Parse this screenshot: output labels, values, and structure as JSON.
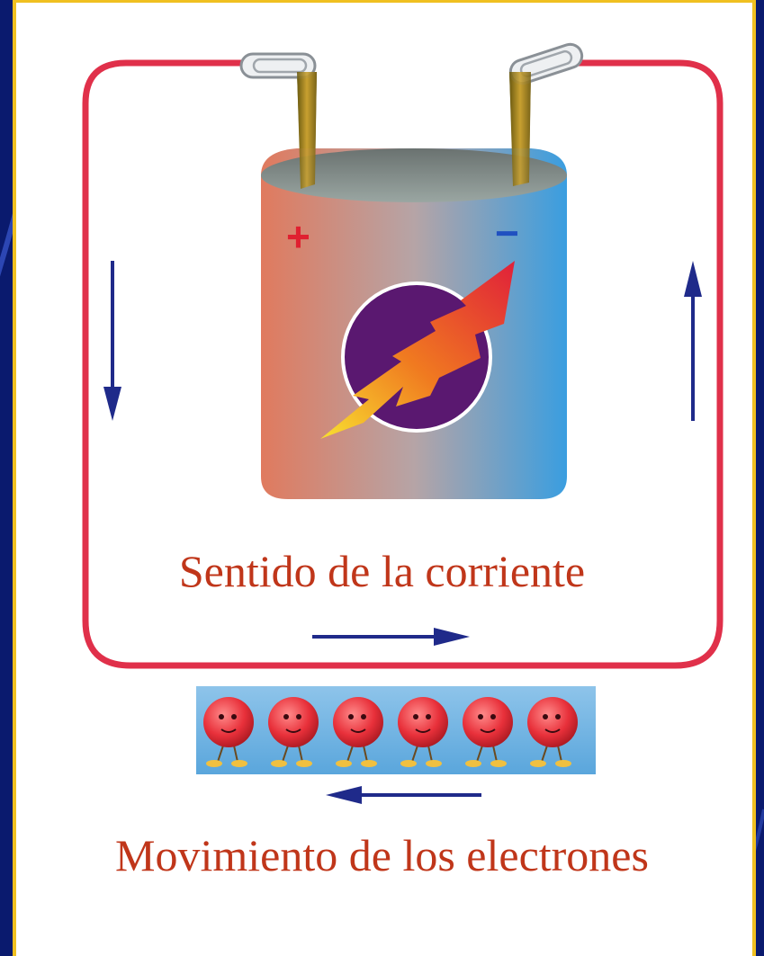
{
  "title": "",
  "battery": {
    "positive_symbol": "+",
    "negative_symbol": "−"
  },
  "labels": {
    "current_direction": "Sentido de la corriente",
    "electron_movement": "Movimiento de los electrones"
  },
  "electrons": {
    "count": 6
  },
  "colors": {
    "background": "#0a1a6e",
    "frame": "#f0c020",
    "wire": "#e0304a",
    "arrow": "#1f2a8a",
    "caption": "#c0361a",
    "positive": "#e02030",
    "negative": "#2050c0"
  }
}
